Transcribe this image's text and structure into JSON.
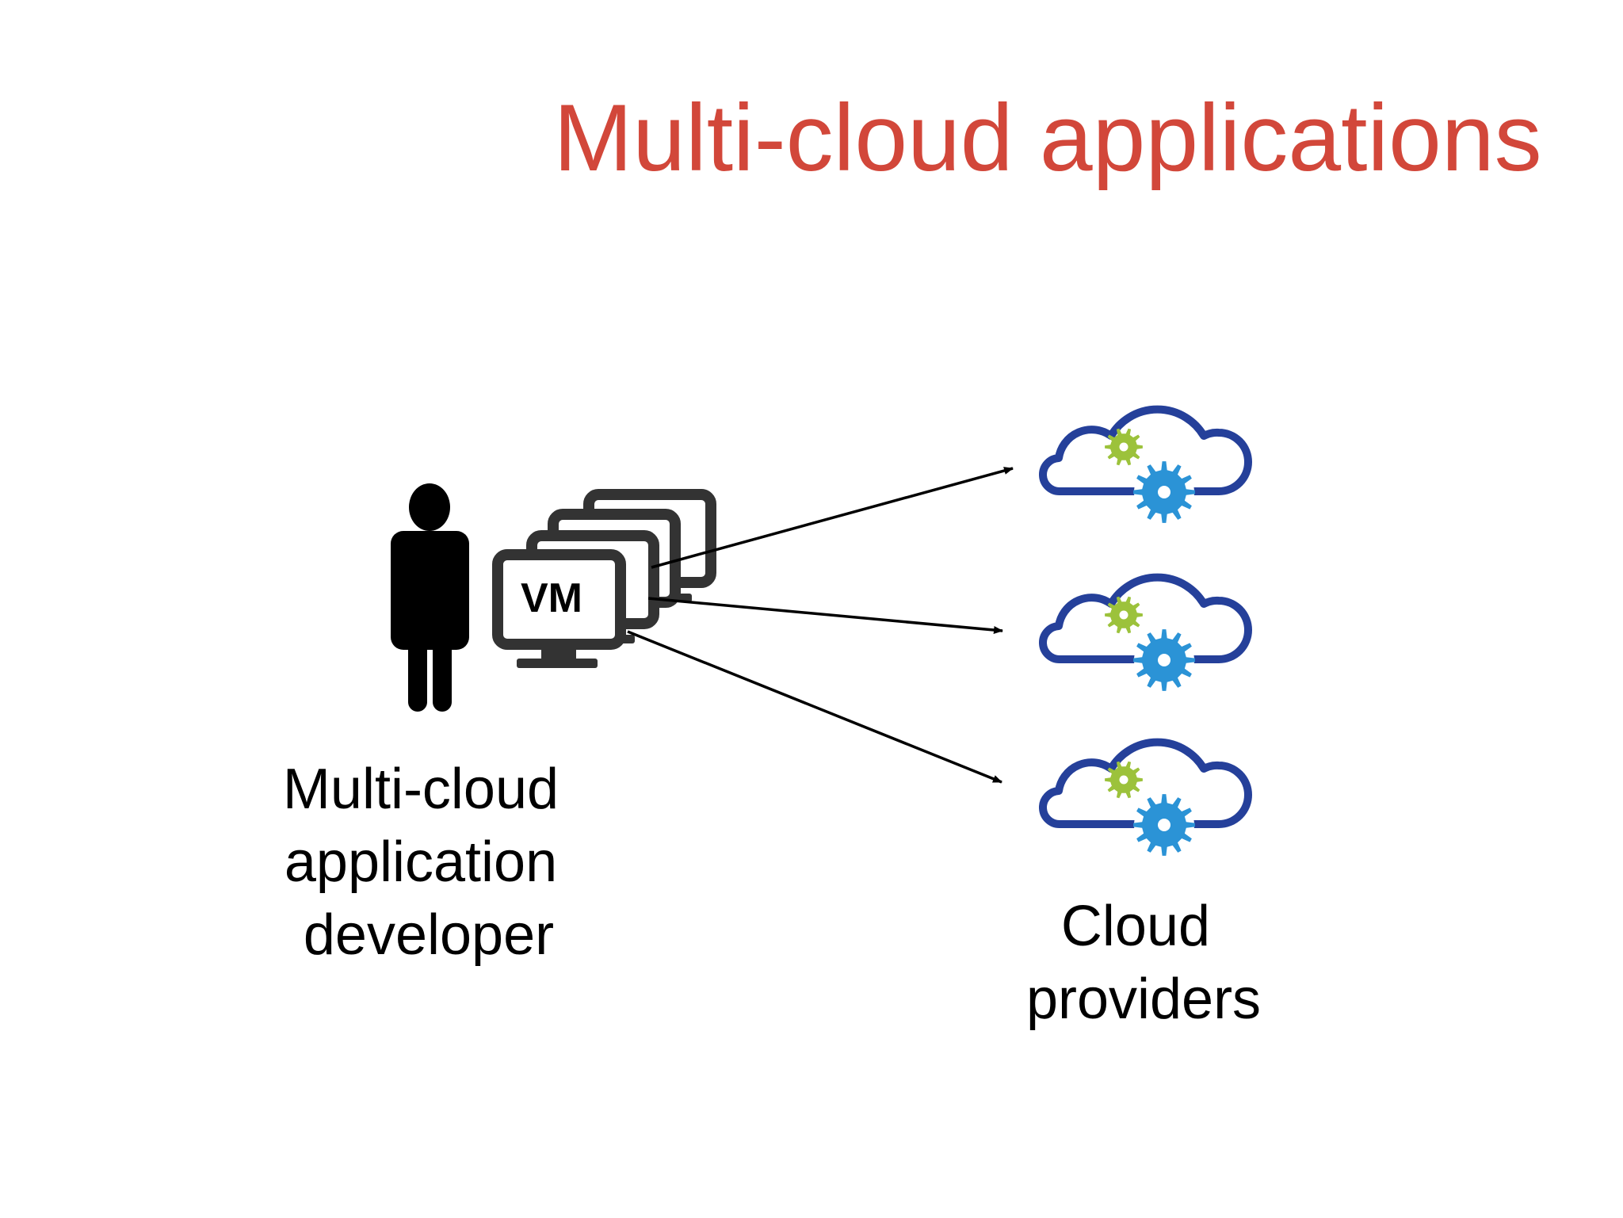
{
  "slide": {
    "title": "Multi-cloud applications"
  },
  "developer": {
    "label_lines": [
      "Multi-cloud",
      "application",
      "developer"
    ]
  },
  "vm_stack": {
    "label": "VM"
  },
  "providers": {
    "label_lines": [
      "Cloud",
      "providers"
    ],
    "count": 3
  },
  "colors": {
    "title": "#d2473a",
    "text": "#000000",
    "monitor": "#333333",
    "cloud_outline": "#25409a",
    "gear_green": "#9cc23b",
    "gear_blue": "#2b93d6",
    "arrow": "#000000"
  }
}
